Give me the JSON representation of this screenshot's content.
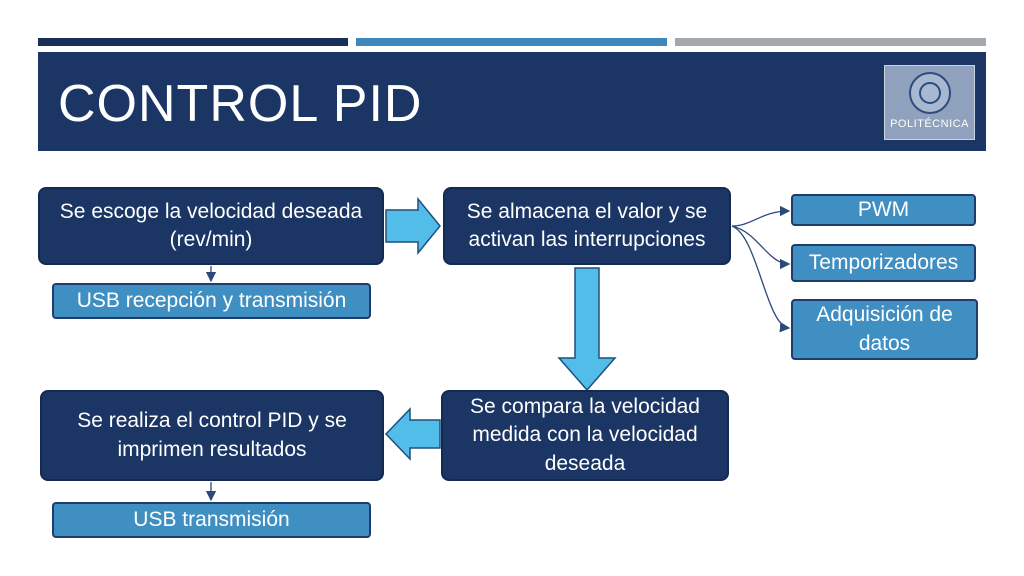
{
  "slide": {
    "title": "CONTROL PID",
    "logo_text": "POLITÉCNICA"
  },
  "colors": {
    "dark_navy": "#1b3564",
    "light_blue": "#3f8fc2",
    "arrow_blue": "#52bde8",
    "bar_gray": "#a3a8ad"
  },
  "nodes": {
    "choose_speed": "Se escoge la velocidad deseada (rev/min)",
    "usb_rx_tx": "USB recepción y transmisión",
    "store_value": "Se almacena el valor y se activan las interrupciones",
    "pwm": "PWM",
    "timers": "Temporizadores",
    "data_acq": "Adquisición de datos",
    "compare_speed": "Se compara la velocidad medida con la velocidad deseada",
    "pid_control": "Se realiza el control PID y se imprimen resultados",
    "usb_tx": "USB transmisión"
  }
}
